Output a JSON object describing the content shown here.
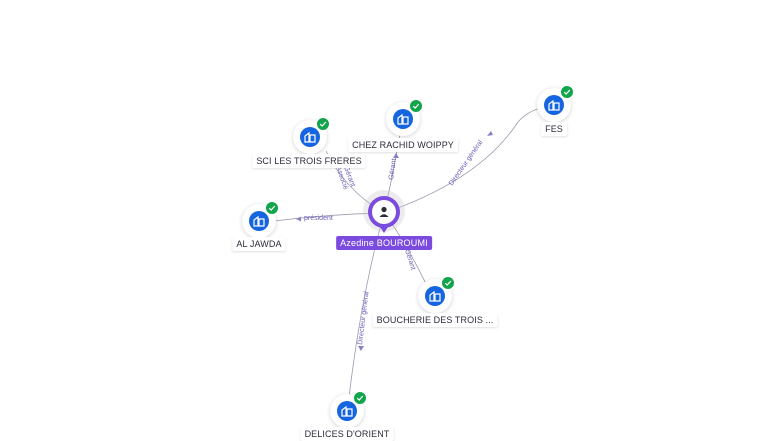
{
  "center": {
    "label": "Azedine BOUROUMI",
    "icon": "person-icon",
    "color": "#7b4be0"
  },
  "nodes": [
    {
      "id": "sci",
      "label": "SCI LES TROIS FRERES",
      "icon": "building-icon"
    },
    {
      "id": "chez",
      "label": "CHEZ RACHID WOIPPY",
      "icon": "building-icon"
    },
    {
      "id": "fes",
      "label": "FES",
      "icon": "building-icon"
    },
    {
      "id": "jawda",
      "label": "AL JAWDA",
      "icon": "building-icon"
    },
    {
      "id": "boucherie",
      "label": "BOUCHERIE DES TROIS ...",
      "icon": "building-icon"
    },
    {
      "id": "bottom",
      "label": "DELICES D'ORIENT",
      "icon": "building-icon"
    }
  ],
  "edges": [
    {
      "to": "sci",
      "labels": [
        "Gérant",
        "Associé"
      ]
    },
    {
      "to": "chez",
      "labels": [
        "Gérant"
      ]
    },
    {
      "to": "fes",
      "labels": [
        "Directeur général"
      ]
    },
    {
      "to": "jawda",
      "labels": [
        "président"
      ]
    },
    {
      "to": "boucherie",
      "labels": [
        "Gérant"
      ]
    },
    {
      "to": "bottom",
      "labels": [
        "Directeur général"
      ]
    }
  ],
  "colors": {
    "company": "#1565e0",
    "verified": "#11a44a",
    "edge": "#8a8aa0",
    "edge_label": "#6b5fb8"
  }
}
